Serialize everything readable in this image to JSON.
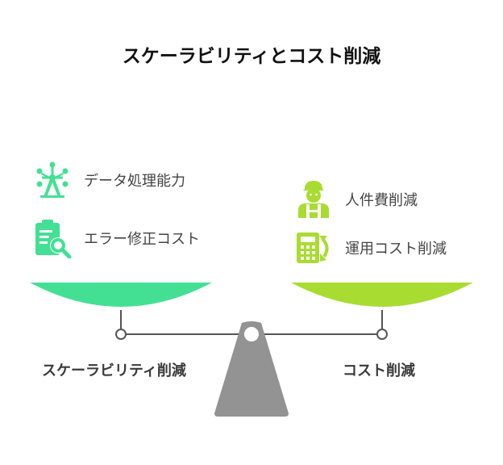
{
  "title": "スケーラビリティとコスト削減",
  "left": {
    "label": "スケーラビリティ削減",
    "color": "#43e094",
    "items": [
      {
        "label": "データ処理能力",
        "icon": "ferris-wheel-icon"
      },
      {
        "label": "エラー修正コスト",
        "icon": "document-search-icon"
      }
    ]
  },
  "right": {
    "label": "コスト削減",
    "color": "#a8dc31",
    "items": [
      {
        "label": "人件費削減",
        "icon": "worker-icon"
      },
      {
        "label": "運用コスト削減",
        "icon": "calculator-icon"
      }
    ]
  }
}
